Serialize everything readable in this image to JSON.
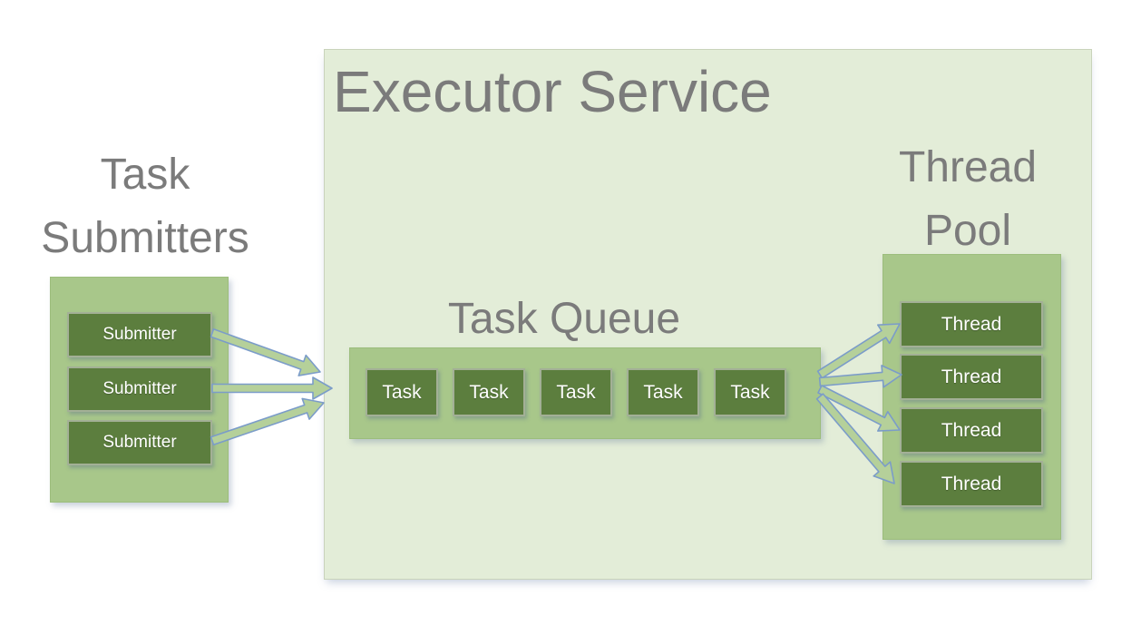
{
  "palette": {
    "executor_fill": "#e3edd8",
    "container_fill": "#a8c78a",
    "box_fill": "#5c7e3e",
    "title_color": "#7b7b7b",
    "arrow_fill": "#b5d09a",
    "arrow_stroke": "#7b9cc9",
    "box_text": "#ffffff"
  },
  "executor": {
    "title": "Executor Service"
  },
  "task_submitters": {
    "title_line1": "Task",
    "title_line2": "Submitters",
    "items": [
      "Submitter",
      "Submitter",
      "Submitter"
    ]
  },
  "task_queue": {
    "title": "Task Queue",
    "items": [
      "Task",
      "Task",
      "Task",
      "Task",
      "Task"
    ]
  },
  "thread_pool": {
    "title_line1": "Thread",
    "title_line2": "Pool",
    "items": [
      "Thread",
      "Thread",
      "Thread",
      "Thread"
    ]
  }
}
